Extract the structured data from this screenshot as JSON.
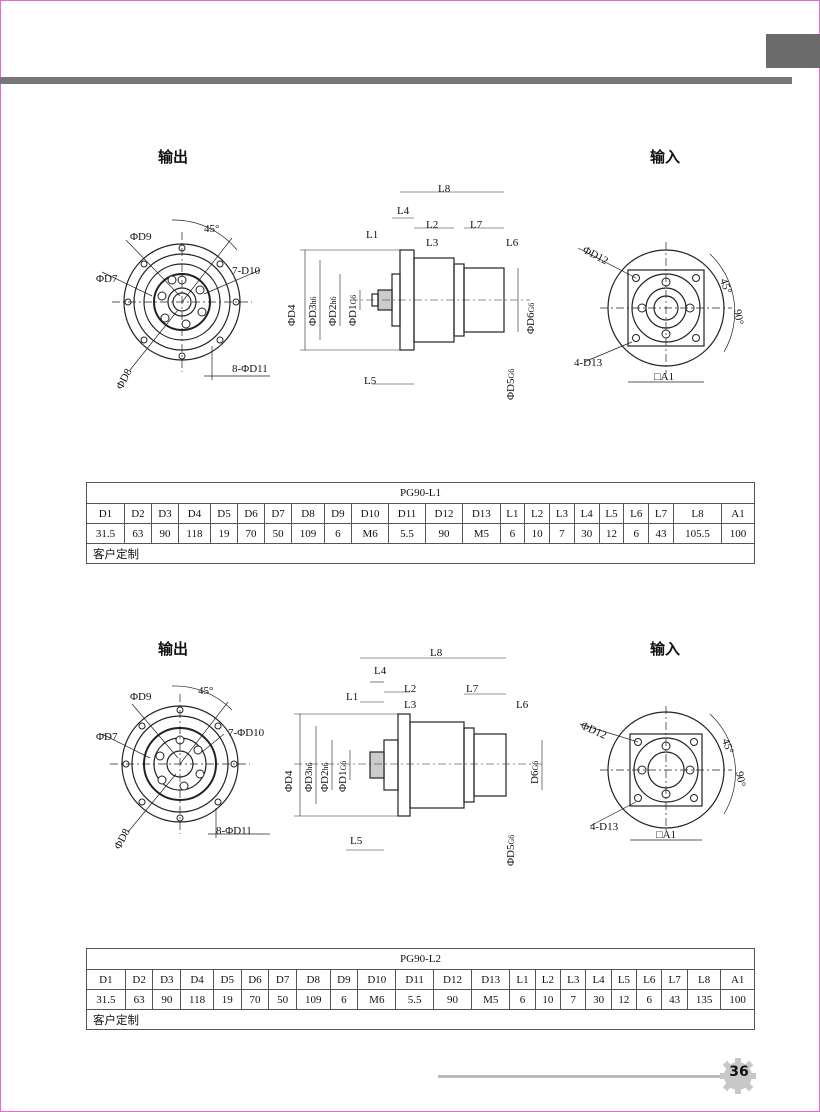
{
  "labels": {
    "output": "输出",
    "input": "输入"
  },
  "dims": {
    "D1": "D1",
    "D2": "D2",
    "D3": "D3",
    "D4": "D4",
    "D5": "D5",
    "D6": "D6",
    "D7": "D7",
    "D8": "D8",
    "D9": "D9",
    "D12": "D12",
    "D10_top": "7-D10",
    "D10_bottom": "7-ΦD10",
    "D11": "8-ΦD11",
    "D13": "4-D13",
    "A1": "□A1",
    "L1": "L1",
    "L2": "L2",
    "L3": "L3",
    "L4": "L4",
    "L5": "L5",
    "L6": "L6",
    "L7": "L7",
    "L8": "L8",
    "angle45": "45°",
    "angle90": "90°",
    "h6": "h6",
    "G6": "G6"
  },
  "headers": [
    "D1",
    "D2",
    "D3",
    "D4",
    "D5",
    "D6",
    "D7",
    "D8",
    "D9",
    "D10",
    "D11",
    "D12",
    "D13",
    "L1",
    "L2",
    "L3",
    "L4",
    "L5",
    "L6",
    "L7",
    "L8",
    "A1"
  ],
  "tables": [
    {
      "title": "PG90-L1",
      "values": [
        "31.5",
        "63",
        "90",
        "118",
        "19",
        "70",
        "50",
        "109",
        "6",
        "M6",
        "5.5",
        "90",
        "M5",
        "6",
        "10",
        "7",
        "30",
        "12",
        "6",
        "43",
        "105.5",
        "100"
      ],
      "note": "客户定制"
    },
    {
      "title": "PG90-L2",
      "values": [
        "31.5",
        "63",
        "90",
        "118",
        "19",
        "70",
        "50",
        "109",
        "6",
        "M6",
        "5.5",
        "90",
        "M5",
        "6",
        "10",
        "7",
        "30",
        "12",
        "6",
        "43",
        "135",
        "100"
      ],
      "note": "客户定制"
    }
  ],
  "page_number": "36"
}
